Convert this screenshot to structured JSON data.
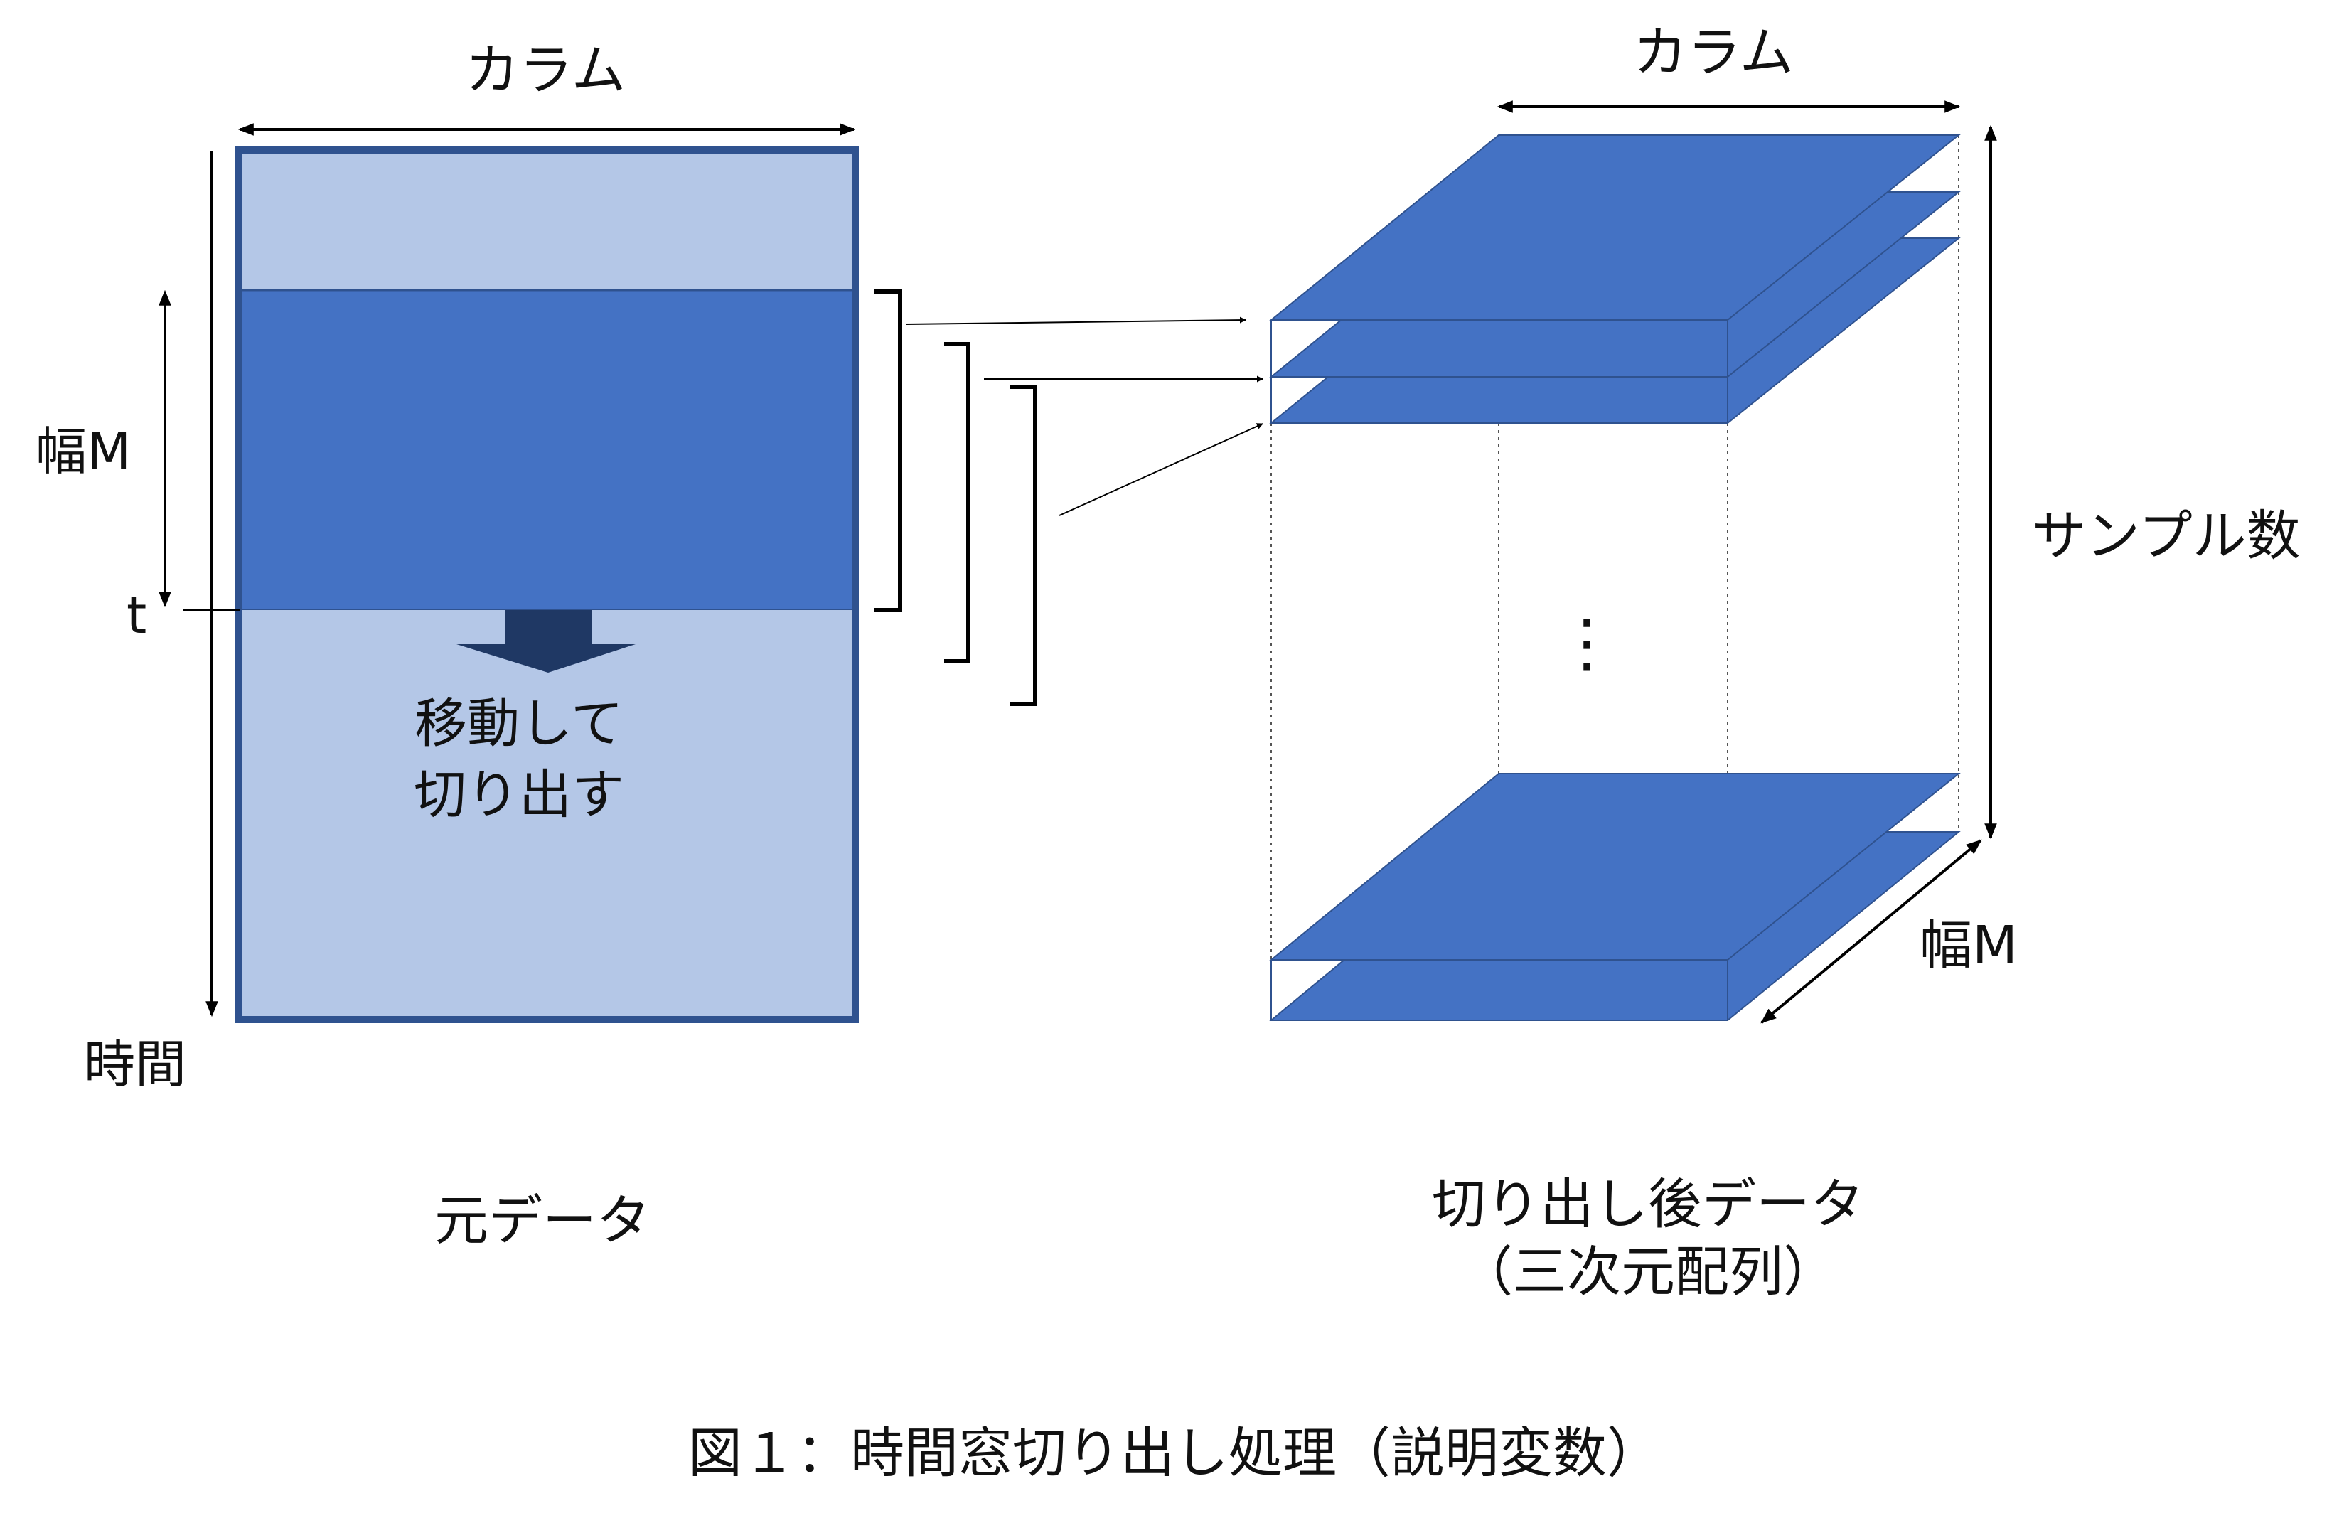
{
  "labels": {
    "left_column": "カラム",
    "right_column": "カラム",
    "width_left": "幅M",
    "t_marker": "t",
    "time_axis": "時間",
    "move_line1": "移動して",
    "move_line2": "切り出す",
    "sample_count": "サンプル数",
    "width_right": "幅M",
    "ellipsis": "⋮",
    "original_data": "元データ",
    "after_line1": "切り出し後データ",
    "after_line2": "（三次元配列）",
    "caption": "図１：時間窓切り出し処理（説明変数）"
  },
  "colors": {
    "block_dark": "#4472c4",
    "block_light": "#b4c7e7",
    "block_border": "#2f528f",
    "arrow_dark": "#1f3864",
    "line": "#000000"
  }
}
